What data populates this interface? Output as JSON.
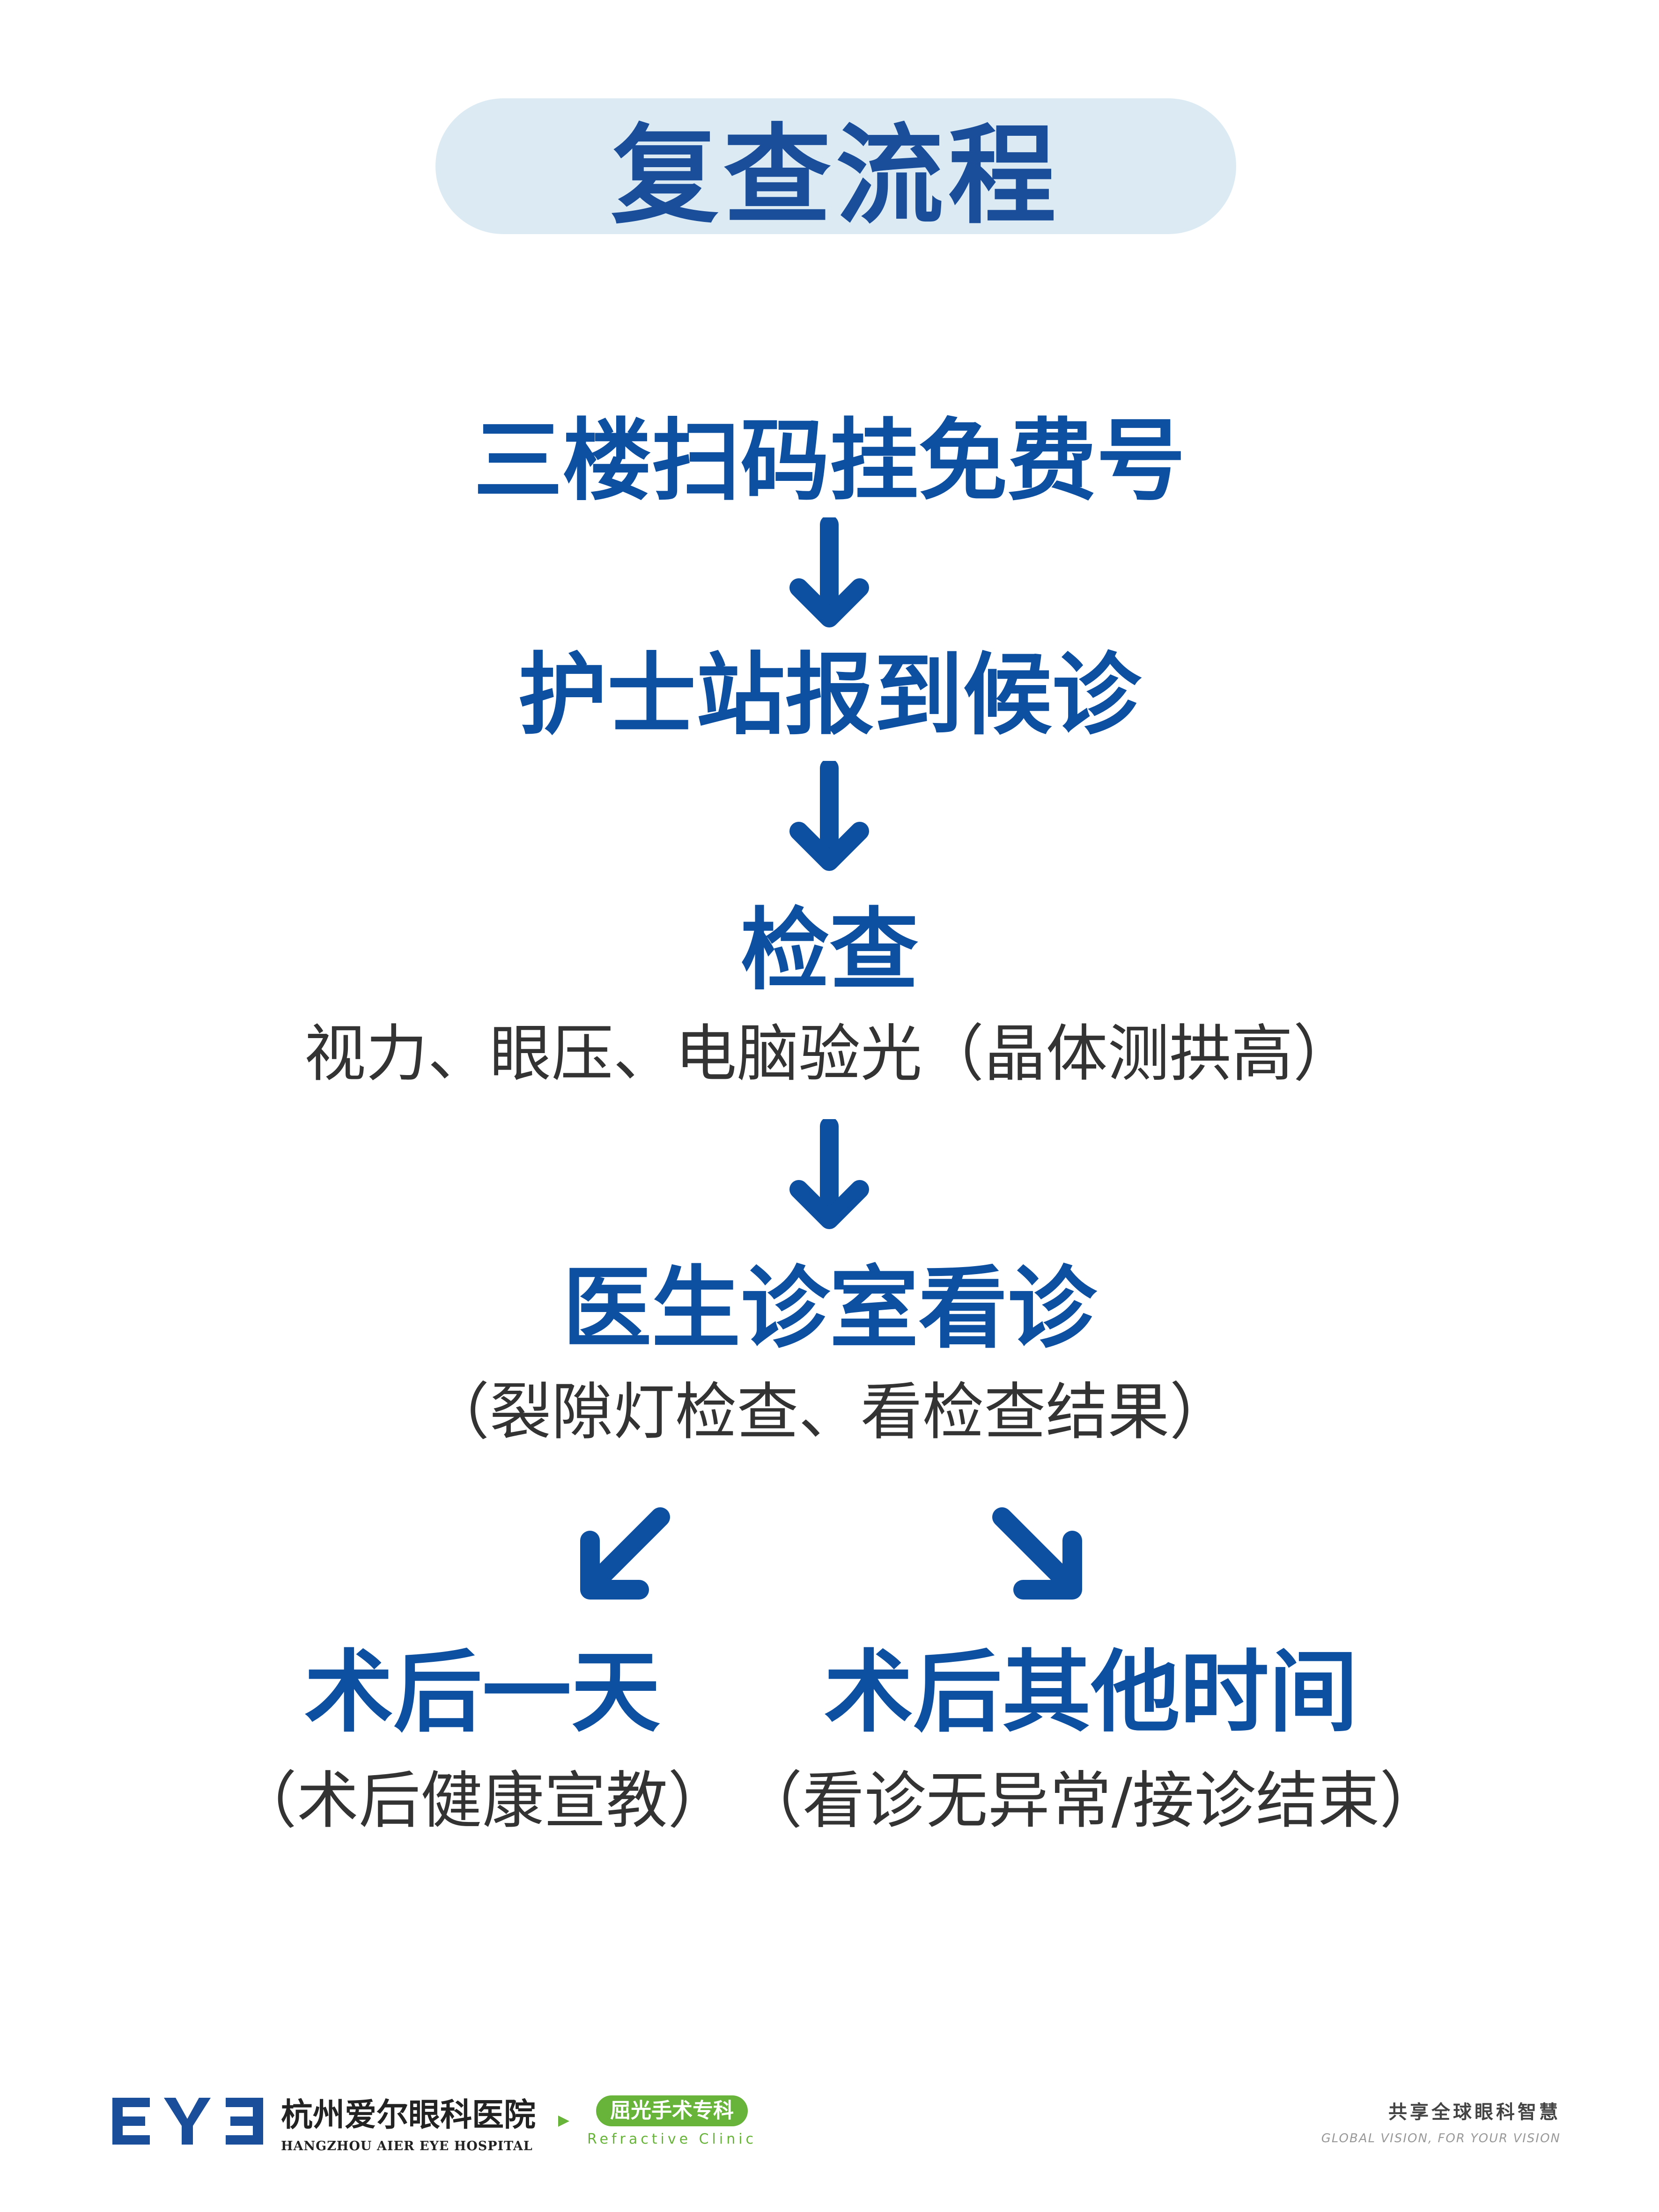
{
  "title": "复查流程",
  "steps": {
    "s1": "三楼扫码挂免费号",
    "s2": "护士站报到候诊",
    "s3": "检查",
    "s3_sub": "视力、眼压、电脑验光（晶体测拱高）",
    "s4": "医生诊室看诊",
    "s4_sub": "（裂隙灯检查、看检查结果）",
    "left": "术后一天",
    "left_sub": "（术后健康宣教）",
    "right": "术后其他时间",
    "right_sub": "（看诊无异常/接诊结束）"
  },
  "footer": {
    "logo_text": "EYE",
    "hospital_cn": "杭州爱尔眼科医院",
    "hospital_en": "HANGZHOU AIER EYE HOSPITAL",
    "dept_cn": "屈光手术专科",
    "dept_en": "Refractive Clinic",
    "slogan_cn": "共享全球眼科智慧",
    "slogan_en": "GLOBAL VISION, FOR YOUR VISION"
  },
  "colors": {
    "primary": "#0d4fa0",
    "pill": "#dcebf3",
    "green": "#68b43a"
  }
}
